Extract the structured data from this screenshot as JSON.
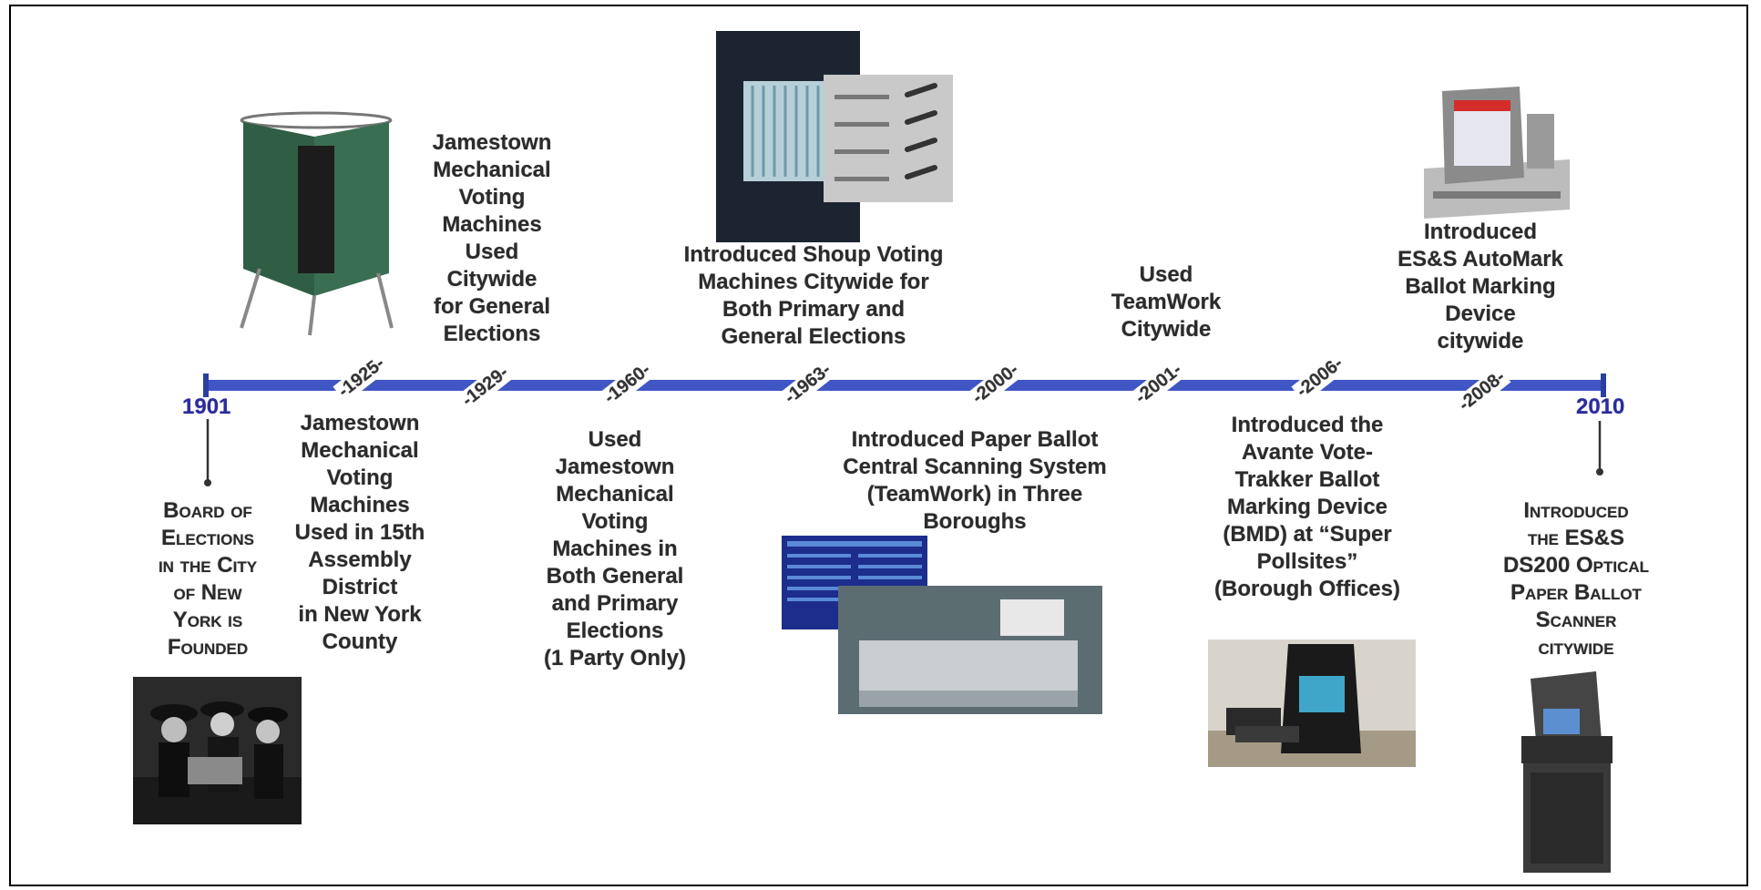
{
  "timeline": {
    "start_year": "1901",
    "end_year": "2010",
    "ticks": [
      "-1925-",
      "-1929-",
      "-1960-",
      "-1963-",
      "-2000-",
      "-2001-",
      "-2006-",
      "-2008-"
    ],
    "line_color": "#3f56c4"
  },
  "events": {
    "e1901": "Board of\nElections\nin the City\nof New\nYork is\nFounded",
    "e1925": "Jamestown\nMechanical\nVoting\nMachines\nUsed in 15th\nAssembly\nDistrict\nin New York\nCounty",
    "e1929": "Jamestown\nMechanical\nVoting\nMachines\nUsed\nCitywide\nfor General\nElections",
    "e1960": "Used\nJamestown\nMechanical\nVoting\nMachines in\nBoth General\nand Primary\nElections\n(1 Party Only)",
    "e1963": "Introduced Shoup Voting\nMachines Citywide for\nBoth Primary and\nGeneral Elections",
    "e2000": "Introduced Paper Ballot\nCentral Scanning System\n(TeamWork) in Three\nBoroughs",
    "e2001": "Used\nTeamWork\nCitywide",
    "e2006": "Introduced the\nAvante Vote-\nTrakker Ballot\nMarking Device\n(BMD) at “Super\nPollsites”\n(Borough Offices)",
    "e2008": "Introduced\nES&S AutoMark\nBallot Marking\nDevice\ncitywide",
    "e2010": "Introduced\nthe ES&S\nDS200 Optical\nPaper Ballot\nScanner\ncitywide"
  },
  "photos": {
    "p1901": "historic-voters-photo",
    "p1925": "curtained-voting-booth-photo",
    "p1963": "shoup-voting-machine-photo",
    "p2000": "central-scanner-photo",
    "p2006": "vote-trakker-photo",
    "p2008": "automark-device-photo",
    "p2010": "ds200-scanner-photo"
  }
}
